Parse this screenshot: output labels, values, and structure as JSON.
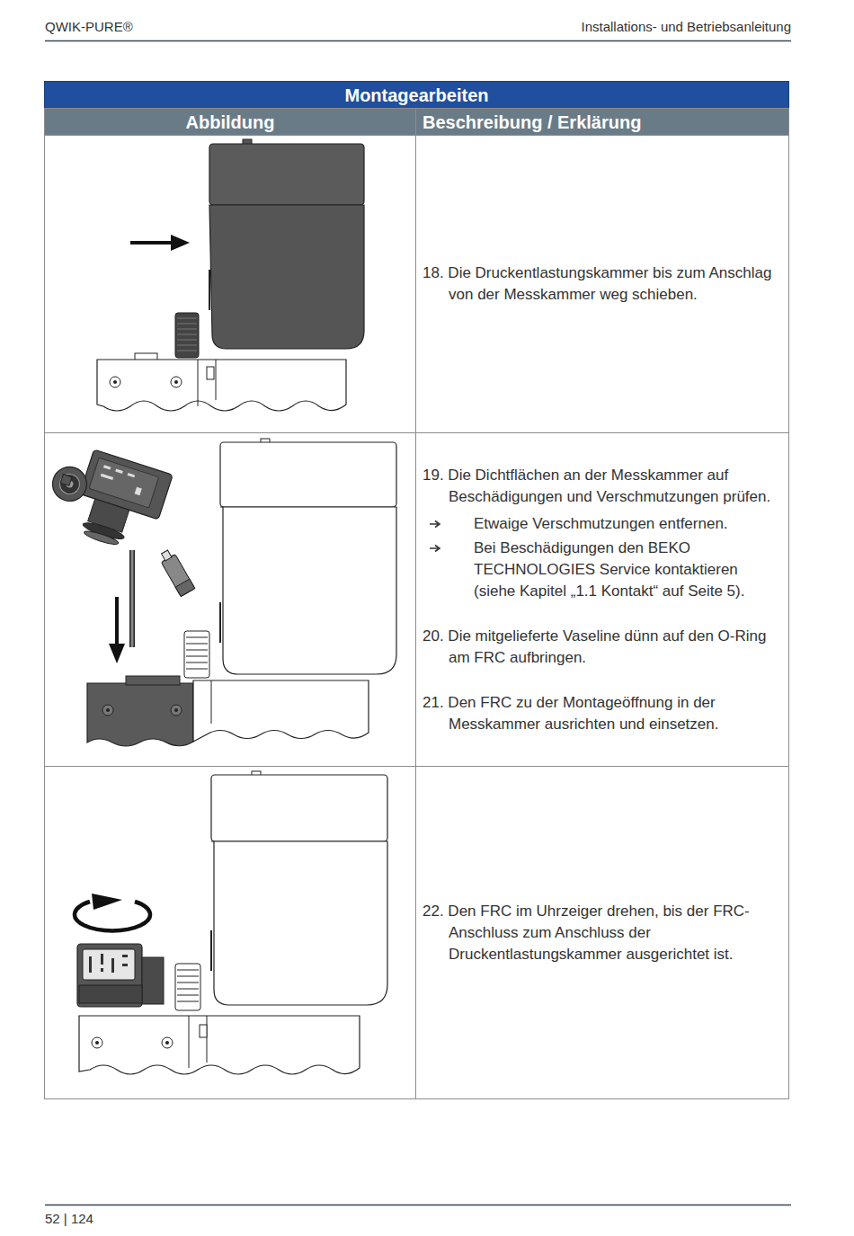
{
  "diagram": {
    "nodes": [
      {
        "text": [
          "Montagearbeiten"
        ]
      },
      {
        "text": [
          "Abbildung"
        ]
      },
      {
        "text": [
          "Beschreibung / Erklärung"
        ]
      },
      {
        "text": [
          "18. Die Druckentlastungskammer bis zum Anschlag von der Messkammer weg schieben."
        ]
      },
      {
        "text": [
          "19. Die Dichtflächen an der Messkammer auf Beschädigungen und Verschmutzungen prüfen.",
          "Etwaige Verschmutzungen entfernen.",
          "Bei Beschädigungen den BEKO TECHNOLOGIES Service kontaktieren (siehe Kapitel „1.1 Kontakt“ auf Seite 5).",
          "20. Die mitgelieferte Vaseline dünn auf den O-Ring am FRC aufbringen.",
          "21. Den FRC zu der Montageöffnung in der Messkammer ausrichten und einsetzen."
        ]
      },
      {
        "text": [
          "22. Den FRC im Uhrzeiger drehen, bis der FRC-Anschluss zum Anschluss der Druckentlastungskammer ausgerichtet ist."
        ]
      }
    ],
    "labels": [
      "QWIK-PURE®",
      "Installations- und Betriebsanleitung",
      "52 | 124"
    ]
  }
}
